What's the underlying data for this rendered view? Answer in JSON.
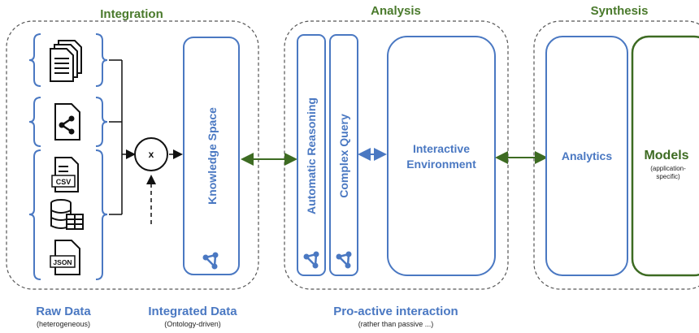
{
  "sections": {
    "integration": "Integration",
    "analysis": "Analysis",
    "synthesis": "Synthesis"
  },
  "boxes": {
    "knowledge_space": "Knowledge Space",
    "automatic_reasoning": "Automatic Reasoning",
    "complex_query": "Complex Query",
    "interactive_line1": "Interactive",
    "interactive_line2": "Environment",
    "analytics": "Analytics",
    "models": "Models",
    "models_sub1": "(application-",
    "models_sub2": "specific)",
    "operator": "x",
    "csv_label": "CSV",
    "json_label": "JSON"
  },
  "footer": {
    "raw_data": "Raw Data",
    "raw_data_sub": "(heterogeneous)",
    "integrated_data": "Integrated Data",
    "integrated_data_sub": "(Ontology-driven)",
    "proactive": "Pro-active interaction",
    "proactive_sub": "(rather than passive ...)"
  },
  "colors": {
    "blue": "#4a78c2",
    "green": "#4a7a2c",
    "dark_green": "#3d6b22",
    "dashed": "#555555"
  },
  "icons": [
    "document-stack-icon",
    "share-document-icon",
    "csv-file-icon",
    "database-table-icon",
    "json-file-icon",
    "ontology-graph-icon"
  ]
}
